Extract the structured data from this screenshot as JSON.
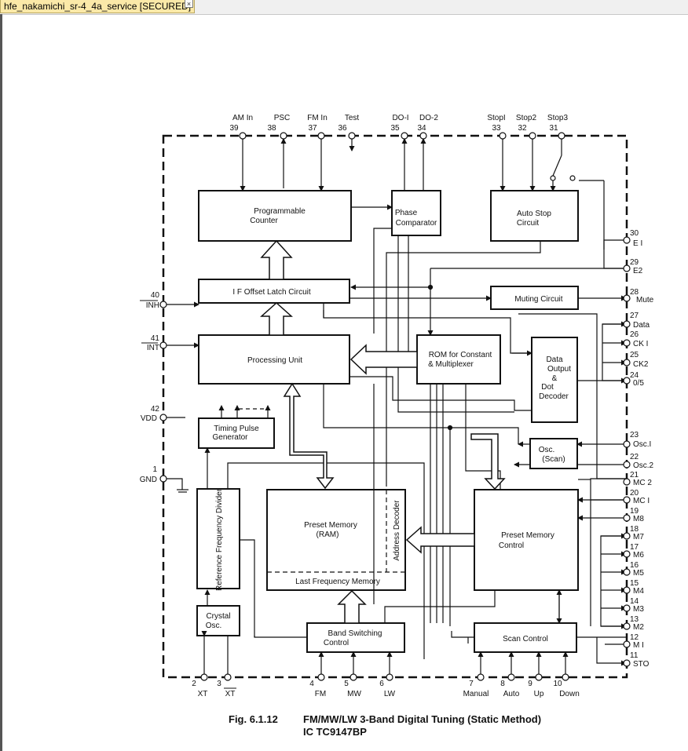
{
  "tab": {
    "title": "hfe_nakamichi_sr-4_4a_service [SECURED]",
    "close_label": "×"
  },
  "caption": {
    "figure": "Fig. 6.1.12",
    "title": "FM/MW/LW 3-Band Digital Tuning (Static Method)",
    "subtitle": "IC TC9147BP"
  },
  "blocks": {
    "programmable_counter": [
      "Programmable",
      "Counter"
    ],
    "phase_comparator": [
      "Phase",
      "Comparator"
    ],
    "auto_stop": [
      "Auto Stop",
      "Circuit"
    ],
    "if_offset": "I F Offset Latch Circuit",
    "muting": "Muting Circuit",
    "processing_unit": "Processing Unit",
    "rom": [
      "ROM for Constant",
      "& Multiplexer"
    ],
    "data_output": [
      "Data",
      "Output",
      "&",
      "Dot",
      "Decoder"
    ],
    "timing_pulse": [
      "Timing Pulse",
      "Generator"
    ],
    "osc_scan": [
      "Osc.",
      "(Scan)"
    ],
    "preset_memory": [
      "Preset Memory",
      "(RAM)"
    ],
    "address_decoder": "Address Decoder",
    "last_freq": "Last Frequency Memory",
    "preset_control": [
      "Preset Memory",
      "Control"
    ],
    "ref_divider": "Reference Frequency Divider",
    "crystal": [
      "Crystal",
      "Osc."
    ],
    "band_switching": [
      "Band Switching",
      "Control"
    ],
    "scan_control": "Scan Control"
  },
  "pins_top": [
    {
      "num": "39",
      "label": "AM In"
    },
    {
      "num": "38",
      "label": "PSC"
    },
    {
      "num": "37",
      "label": "FM In"
    },
    {
      "num": "36",
      "label": "Test"
    },
    {
      "num": "35",
      "label": "DO-I"
    },
    {
      "num": "34",
      "label": "DO-2"
    },
    {
      "num": "33",
      "label": "StopI"
    },
    {
      "num": "32",
      "label": "Stop2"
    },
    {
      "num": "31",
      "label": "Stop3"
    }
  ],
  "pins_left": [
    {
      "num": "40",
      "label": "INH"
    },
    {
      "num": "41",
      "label": "INT"
    },
    {
      "num": "42",
      "label": "VDD"
    },
    {
      "num": "1",
      "label": "GND"
    }
  ],
  "pins_right": [
    {
      "num": "30",
      "label": "E I"
    },
    {
      "num": "29",
      "label": "E2"
    },
    {
      "num": "28",
      "label": "Mute"
    },
    {
      "num": "27",
      "label": "Data"
    },
    {
      "num": "26",
      "label": "CK I"
    },
    {
      "num": "25",
      "label": "CK2"
    },
    {
      "num": "24",
      "label": "0/5"
    },
    {
      "num": "23",
      "label": "Osc.I"
    },
    {
      "num": "22",
      "label": "Osc.2"
    },
    {
      "num": "21",
      "label": "MC 2"
    },
    {
      "num": "20",
      "label": "MC I"
    },
    {
      "num": "19",
      "label": "M8"
    },
    {
      "num": "18",
      "label": "M7"
    },
    {
      "num": "17",
      "label": "M6"
    },
    {
      "num": "16",
      "label": "M5"
    },
    {
      "num": "15",
      "label": "M4"
    },
    {
      "num": "14",
      "label": "M3"
    },
    {
      "num": "13",
      "label": "M2"
    },
    {
      "num": "12",
      "label": "M I"
    },
    {
      "num": "11",
      "label": "STO"
    }
  ],
  "pins_bottom": [
    {
      "num": "2",
      "label": "XT"
    },
    {
      "num": "3",
      "label": "XT"
    },
    {
      "num": "4",
      "label": "FM"
    },
    {
      "num": "5",
      "label": "MW"
    },
    {
      "num": "6",
      "label": "LW"
    },
    {
      "num": "7",
      "label": "Manual"
    },
    {
      "num": "8",
      "label": "Auto"
    },
    {
      "num": "9",
      "label": "Up"
    },
    {
      "num": "10",
      "label": "Down"
    }
  ]
}
